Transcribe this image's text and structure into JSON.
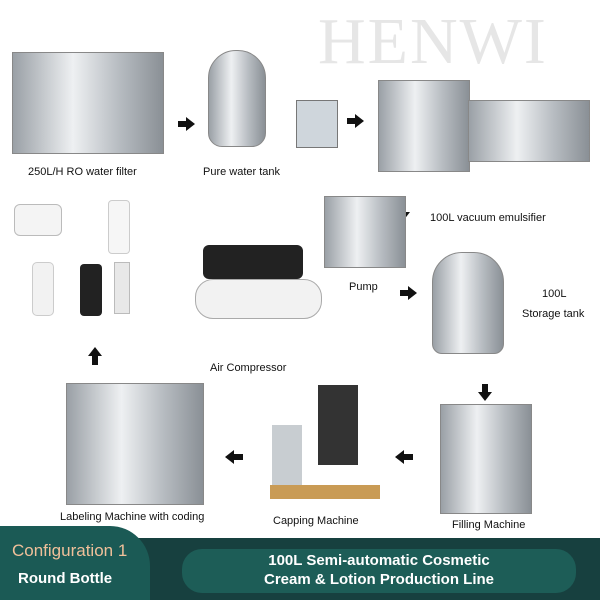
{
  "watermark": "HENWI",
  "steps": {
    "ro": "250L/H RO water filter",
    "tank": "Pure water tank",
    "emulsifier": "100L vacuum emulsifier",
    "pump": "Pump",
    "storage_1": "100L",
    "storage_2": "Storage tank",
    "compressor": "Air Compressor",
    "filling": "Filling Machine",
    "capping": "Capping Machine",
    "labeling": "Labeling Machine with coding"
  },
  "banner": {
    "config": "Configuration 1",
    "bottle": "Round Bottle",
    "title_1": "100L Semi-automatic Cosmetic",
    "title_2": "Cream & Lotion Production Line"
  }
}
